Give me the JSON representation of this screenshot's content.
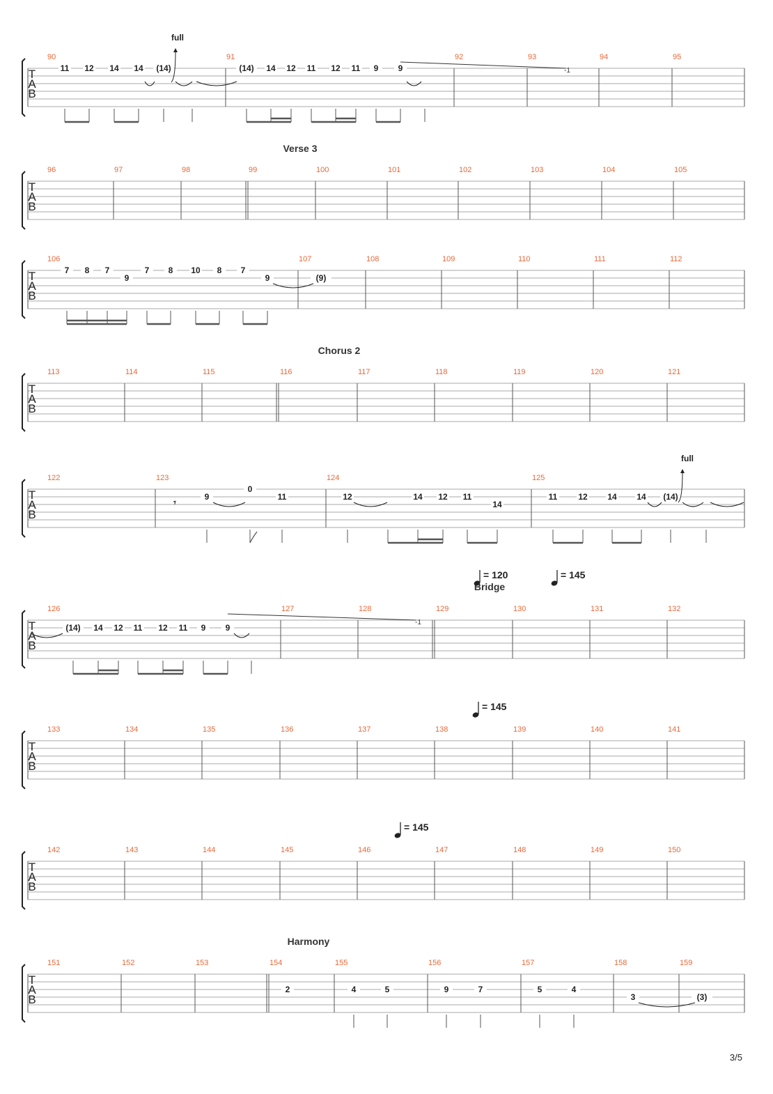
{
  "tab_label": [
    "T",
    "A",
    "B"
  ],
  "page_number": "3/5",
  "systems": [
    {
      "measures": [
        "90",
        "91",
        "92",
        "93",
        "94",
        "95"
      ],
      "annotations": {
        "bend": "full",
        "release": "-1"
      },
      "notes": [
        {
          "text": "11"
        },
        {
          "text": "12"
        },
        {
          "text": "14"
        },
        {
          "text": "14"
        },
        {
          "text": "(14)"
        },
        {
          "text": "(14)"
        },
        {
          "text": "14"
        },
        {
          "text": "12"
        },
        {
          "text": "11"
        },
        {
          "text": "12"
        },
        {
          "text": "11"
        },
        {
          "text": "9"
        },
        {
          "text": "9"
        }
      ]
    },
    {
      "section": "Verse 3",
      "measures": [
        "96",
        "97",
        "98",
        "99",
        "100",
        "101",
        "102",
        "103",
        "104",
        "105"
      ],
      "notes": []
    },
    {
      "measures": [
        "106",
        "107",
        "108",
        "109",
        "110",
        "111",
        "112"
      ],
      "notes": [
        {
          "text": "7"
        },
        {
          "text": "8"
        },
        {
          "text": "7"
        },
        {
          "text": "9"
        },
        {
          "text": "7"
        },
        {
          "text": "8"
        },
        {
          "text": "10"
        },
        {
          "text": "8"
        },
        {
          "text": "7"
        },
        {
          "text": "9"
        },
        {
          "text": "(9)"
        }
      ]
    },
    {
      "section": "Chorus 2",
      "measures": [
        "113",
        "114",
        "115",
        "116",
        "117",
        "118",
        "119",
        "120",
        "121"
      ],
      "notes": []
    },
    {
      "measures": [
        "122",
        "123",
        "124",
        "125"
      ],
      "annotations": {
        "bend": "full"
      },
      "notes": [
        {
          "text": "9"
        },
        {
          "text": "0"
        },
        {
          "text": "11"
        },
        {
          "text": "12"
        },
        {
          "text": "14"
        },
        {
          "text": "12"
        },
        {
          "text": "11"
        },
        {
          "text": "14"
        },
        {
          "text": "11"
        },
        {
          "text": "12"
        },
        {
          "text": "14"
        },
        {
          "text": "14"
        },
        {
          "text": "(14)"
        }
      ]
    },
    {
      "section": "Bridge",
      "tempos": [
        "= 120",
        "= 145"
      ],
      "measures": [
        "126",
        "127",
        "128",
        "129",
        "130",
        "131",
        "132"
      ],
      "annotations": {
        "release": "-1"
      },
      "notes": [
        {
          "text": "(14)"
        },
        {
          "text": "14"
        },
        {
          "text": "12"
        },
        {
          "text": "11"
        },
        {
          "text": "12"
        },
        {
          "text": "11"
        },
        {
          "text": "9"
        },
        {
          "text": "9"
        }
      ]
    },
    {
      "tempos": [
        "= 145"
      ],
      "measures": [
        "133",
        "134",
        "135",
        "136",
        "137",
        "138",
        "139",
        "140",
        "141"
      ],
      "notes": []
    },
    {
      "tempos": [
        "= 145"
      ],
      "measures": [
        "142",
        "143",
        "144",
        "145",
        "146",
        "147",
        "148",
        "149",
        "150"
      ],
      "notes": []
    },
    {
      "section": "Harmony",
      "measures": [
        "151",
        "152",
        "153",
        "154",
        "155",
        "156",
        "157",
        "158",
        "159"
      ],
      "notes": [
        {
          "text": "2"
        },
        {
          "text": "4"
        },
        {
          "text": "5"
        },
        {
          "text": "9"
        },
        {
          "text": "7"
        },
        {
          "text": "5"
        },
        {
          "text": "4"
        },
        {
          "text": "3"
        },
        {
          "text": "(3)"
        }
      ]
    }
  ]
}
